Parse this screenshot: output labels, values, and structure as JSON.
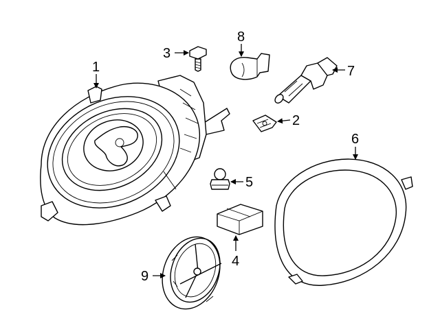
{
  "diagram": {
    "callouts": [
      {
        "id": "1",
        "label": "1",
        "part": "headlamp-assembly"
      },
      {
        "id": "2",
        "label": "2",
        "part": "clip-nut"
      },
      {
        "id": "3",
        "label": "3",
        "part": "mounting-bolt"
      },
      {
        "id": "4",
        "label": "4",
        "part": "ballast-module"
      },
      {
        "id": "5",
        "label": "5",
        "part": "wedge-bulb"
      },
      {
        "id": "6",
        "label": "6",
        "part": "headlamp-trim-ring"
      },
      {
        "id": "7",
        "label": "7",
        "part": "halogen-bulb"
      },
      {
        "id": "8",
        "label": "8",
        "part": "turn-signal-bulb"
      },
      {
        "id": "9",
        "label": "9",
        "part": "bulb-cover-cap"
      }
    ]
  },
  "colors": {
    "line": "#000000",
    "background": "#ffffff"
  }
}
